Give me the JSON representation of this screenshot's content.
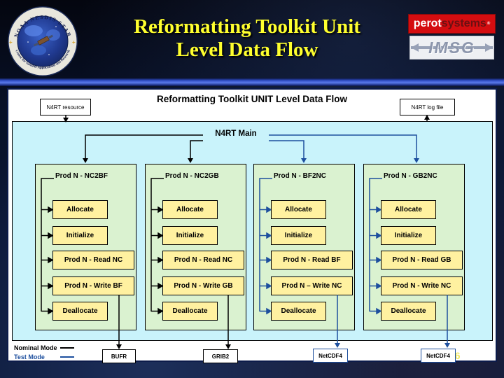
{
  "header": {
    "title_line1": "Reformatting Toolkit Unit",
    "title_line2": "Level Data Flow",
    "seal": {
      "arc_top": "NOAA NESDIS STAR",
      "arc_bottom": "Center for Satellite Applications and Research"
    },
    "logos": {
      "perot_bold": "perot",
      "perot_light": "systems",
      "perot_reg": "®",
      "imsg": "IMSG"
    }
  },
  "diagram": {
    "title": "Reformatting Toolkit UNIT Level Data Flow",
    "resource_box_label": "N4RT resource",
    "log_box_label": "N4RT log file",
    "main_label": "N4RT Main",
    "columns": [
      {
        "header": "Prod N - NC2BF",
        "mode": "nominal",
        "steps": [
          "Allocate",
          "Initialize",
          "Prod N - Read NC",
          "Prod N - Write BF",
          "Deallocate"
        ],
        "output": "BUFR"
      },
      {
        "header": "Prod N - NC2GB",
        "mode": "nominal",
        "steps": [
          "Allocate",
          "Initialize",
          "Prod N - Read NC",
          "Prod N - Write GB",
          "Deallocate"
        ],
        "output": "GRIB2"
      },
      {
        "header": "Prod N - BF2NC",
        "mode": "test",
        "steps": [
          "Allocate",
          "Initialize",
          "Prod N - Read BF",
          "Prod N – Write NC",
          "Deallocate"
        ],
        "output": "NetCDF4"
      },
      {
        "header": "Prod N - GB2NC",
        "mode": "test",
        "steps": [
          "Allocate",
          "Initialize",
          "Prod N - Read GB",
          "Prod N - Write NC",
          "Deallocate"
        ],
        "output": "NetCDF4"
      }
    ],
    "legend": [
      {
        "label": "Nominal Mode",
        "color": "#000000"
      },
      {
        "label": "Test Mode",
        "color": "#1d4f9e"
      }
    ],
    "page_number": "46"
  },
  "colors": {
    "nominal_line": "#000000",
    "test_line": "#1d4f9e",
    "title_yellow": "#ffff2e",
    "panel_bg": "#ffffff",
    "cyan_bg": "#c9f3fb",
    "column_bg": "#daf2d0",
    "step_bg": "#fff1a0",
    "perot_red": "#d40d10",
    "imsg_gray": "#8c96ac",
    "slide_navy": "#0a1634"
  }
}
